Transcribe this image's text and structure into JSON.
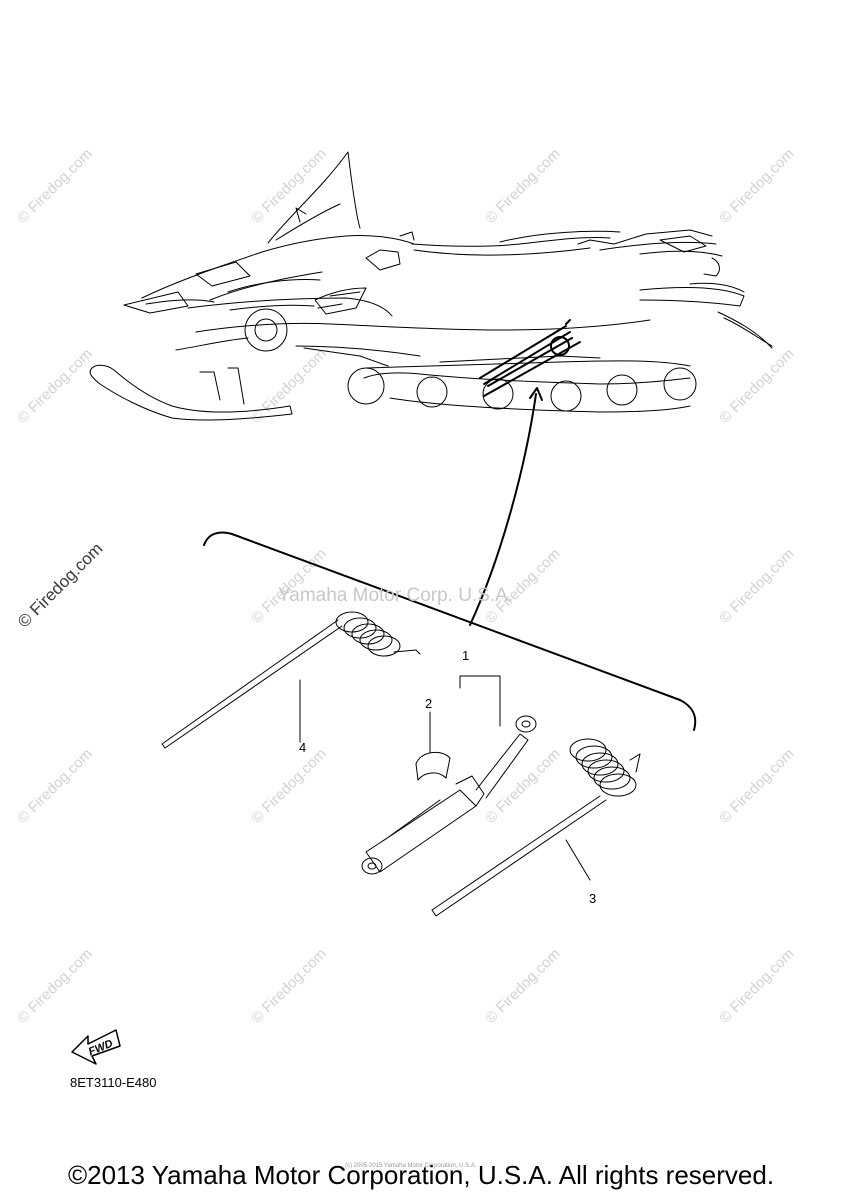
{
  "watermarks": {
    "small": "© Firedog.com",
    "large": "© Firedog.com",
    "center": "Yamaha Motor Corp. U.S.A."
  },
  "callouts": {
    "c1": "1",
    "c2": "2",
    "c3": "3",
    "c4": "4"
  },
  "fwd_label": "FWD",
  "diagram_code": "8ET3110-E480",
  "tiny_copyright": "(c) 2005-2015 Yamaha Motor Corporation, U.S.A.",
  "copyright": "©2013 Yamaha Motor Corporation, U.S.A. All rights reserved.",
  "colors": {
    "line": "#000000",
    "watermark": "#d2d2d2"
  }
}
